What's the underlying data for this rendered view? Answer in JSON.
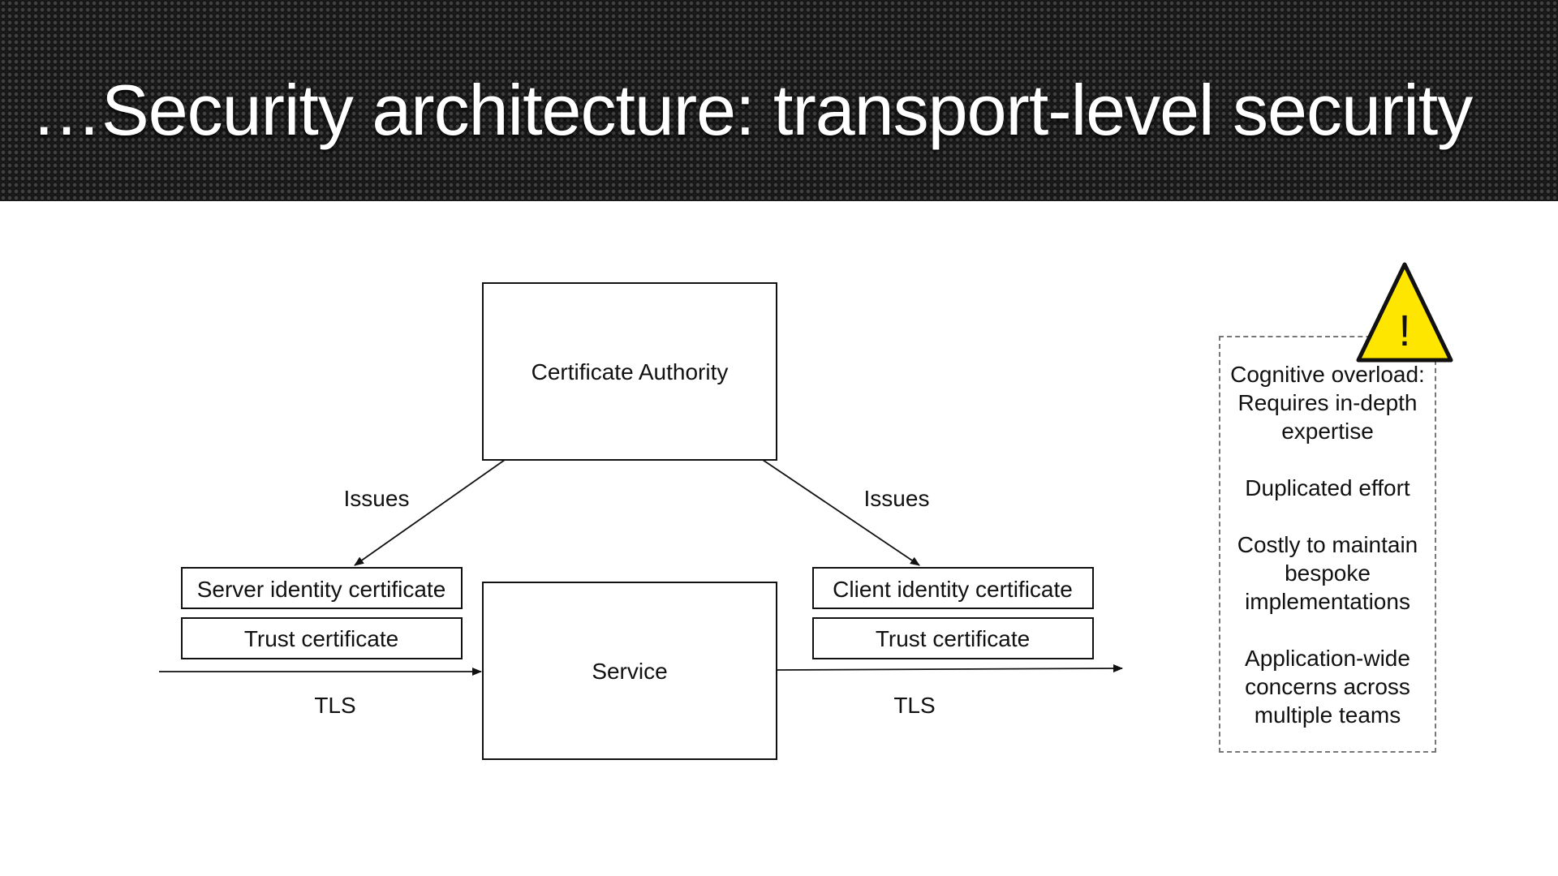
{
  "title": "…Security architecture: transport-level security",
  "diagram": {
    "nodes": {
      "ca": "Certificate Authority",
      "service": "Service",
      "server_identity_cert": "Server identity certificate",
      "server_trust_cert": "Trust certificate",
      "client_identity_cert": "Client identity certificate",
      "client_trust_cert": "Trust certificate"
    },
    "edges": {
      "issues_left": "Issues",
      "issues_right": "Issues",
      "tls_in": "TLS",
      "tls_out": "TLS"
    }
  },
  "warning": {
    "icon": "warning-icon",
    "symbol": "!",
    "colors": {
      "fill": "#ffe600",
      "stroke": "#111111"
    },
    "items": [
      "Cognitive overload: Requires in-depth expertise",
      "Duplicated effort",
      "Costly to maintain bespoke implementations",
      "Application-wide concerns across multiple teams"
    ]
  }
}
